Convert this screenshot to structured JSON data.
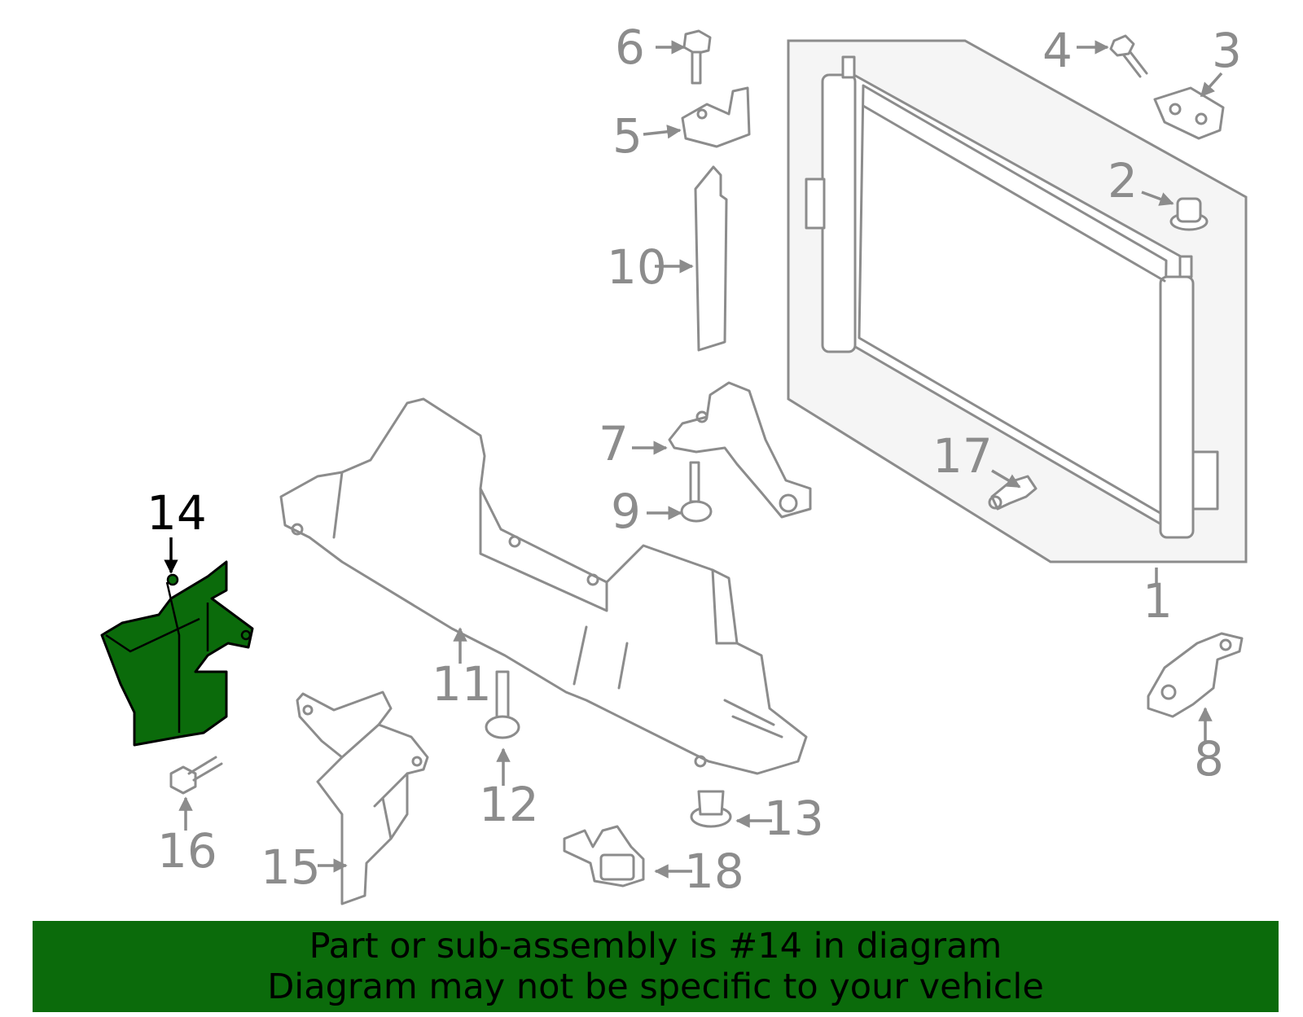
{
  "callouts": {
    "c1": "1",
    "c2": "2",
    "c3": "3",
    "c4": "4",
    "c5": "5",
    "c6": "6",
    "c7": "7",
    "c8": "8",
    "c9": "9",
    "c10": "10",
    "c11": "11",
    "c12": "12",
    "c13": "13",
    "c14": "14",
    "c15": "15",
    "c16": "16",
    "c17": "17",
    "c18": "18"
  },
  "highlight": {
    "part": "14",
    "color": "#0b6b0b"
  },
  "banner": {
    "line1": "Part or sub-assembly is #14 in diagram",
    "line2": "Diagram may not be specific to your vehicle",
    "background": "#0b6b0b"
  },
  "colors": {
    "line_art": "#8c8c8c",
    "radiator_panel": "#f5f5f5",
    "highlight_outline": "#000000"
  }
}
